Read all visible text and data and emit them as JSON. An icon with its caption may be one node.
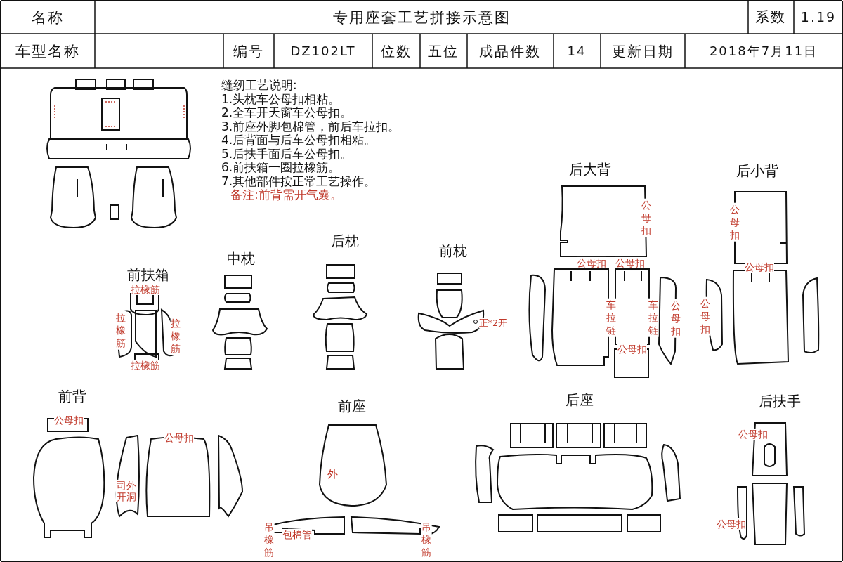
{
  "diagram": {
    "title": "专用座套工艺拼接示意图",
    "labels": [
      "名称",
      "系数",
      "1.19",
      "车型名称",
      "编号",
      "DZ102LT",
      "位数",
      "五位",
      "成品件数",
      "14",
      "更新日期",
      "2018年7月11日",
      "缝纫工艺说明:",
      "1.头枕车公母扣相粘。",
      "2.全车开天窗车公母扣。",
      "3.前座外脚包棉管，前后车拉扣。",
      "4.后背面与后车公母扣相粘。",
      "5.后扶手面后车公母扣。",
      "6.前扶箱一圈拉橡筋。",
      "7.其他部件按正常工艺操作。",
      "备注:前背需开气囊。",
      "后大背",
      "后小背",
      "公母扣",
      "公母扣",
      "后枕",
      "前枕",
      "中枕",
      "公母扣",
      "公母扣",
      "公母扣",
      "前扶箱",
      "拉橡筋",
      "拉橡筋",
      "拉橡筋",
      "车拉链",
      "车拉链",
      "公母扣",
      "公母扣",
      "正*2开",
      "公母扣",
      "拉橡筋",
      "前背",
      "前座",
      "后座",
      "后扶手",
      "公母扣",
      "公母扣",
      "公母扣",
      "外",
      "司外开洞",
      "公母扣",
      "吊橡筋",
      "包棉管",
      "吊橡筋"
    ]
  }
}
